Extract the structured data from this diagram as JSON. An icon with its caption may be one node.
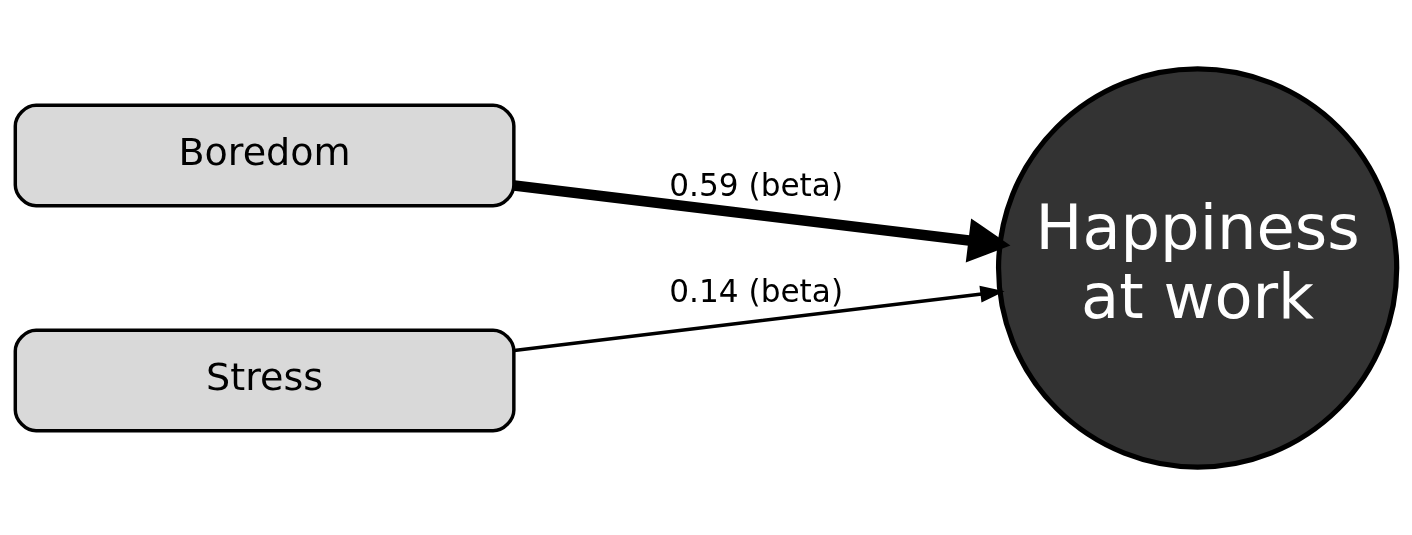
{
  "diagram": {
    "nodes": [
      {
        "text": [
          "Boredom"
        ]
      },
      {
        "text": [
          "Stress"
        ]
      },
      {
        "text": [
          "Happiness at work"
        ]
      }
    ],
    "edges": [
      {
        "from": 0,
        "to": 2,
        "arrow": "to",
        "label": "0.59 (beta)",
        "style": "thick"
      },
      {
        "from": 1,
        "to": 2,
        "arrow": "to",
        "label": "0.14 (beta)"
      }
    ]
  }
}
